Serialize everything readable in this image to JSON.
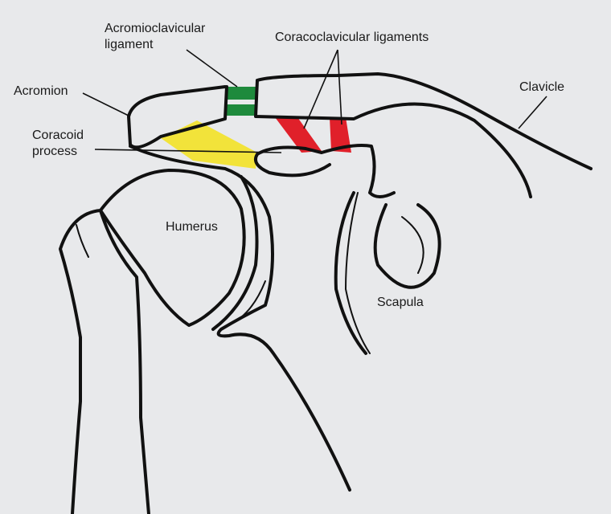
{
  "labels": {
    "acromioclavicular": [
      "Acromioclavicular",
      "ligament"
    ],
    "coracoclavicular": "Coracoclavicular ligaments",
    "acromion": "Acromion",
    "coracoid": [
      "Coracoid",
      "process"
    ],
    "clavicle": "Clavicle",
    "humerus": "Humerus",
    "scapula": "Scapula"
  },
  "colors": {
    "background": "#e8e9eb",
    "acromioclavicular_ligament": "#1e8a3c",
    "coracoclavicular_ligaments": "#e0202a",
    "coracoacromial_ligament": "#f2e33a",
    "outline": "#111111"
  }
}
